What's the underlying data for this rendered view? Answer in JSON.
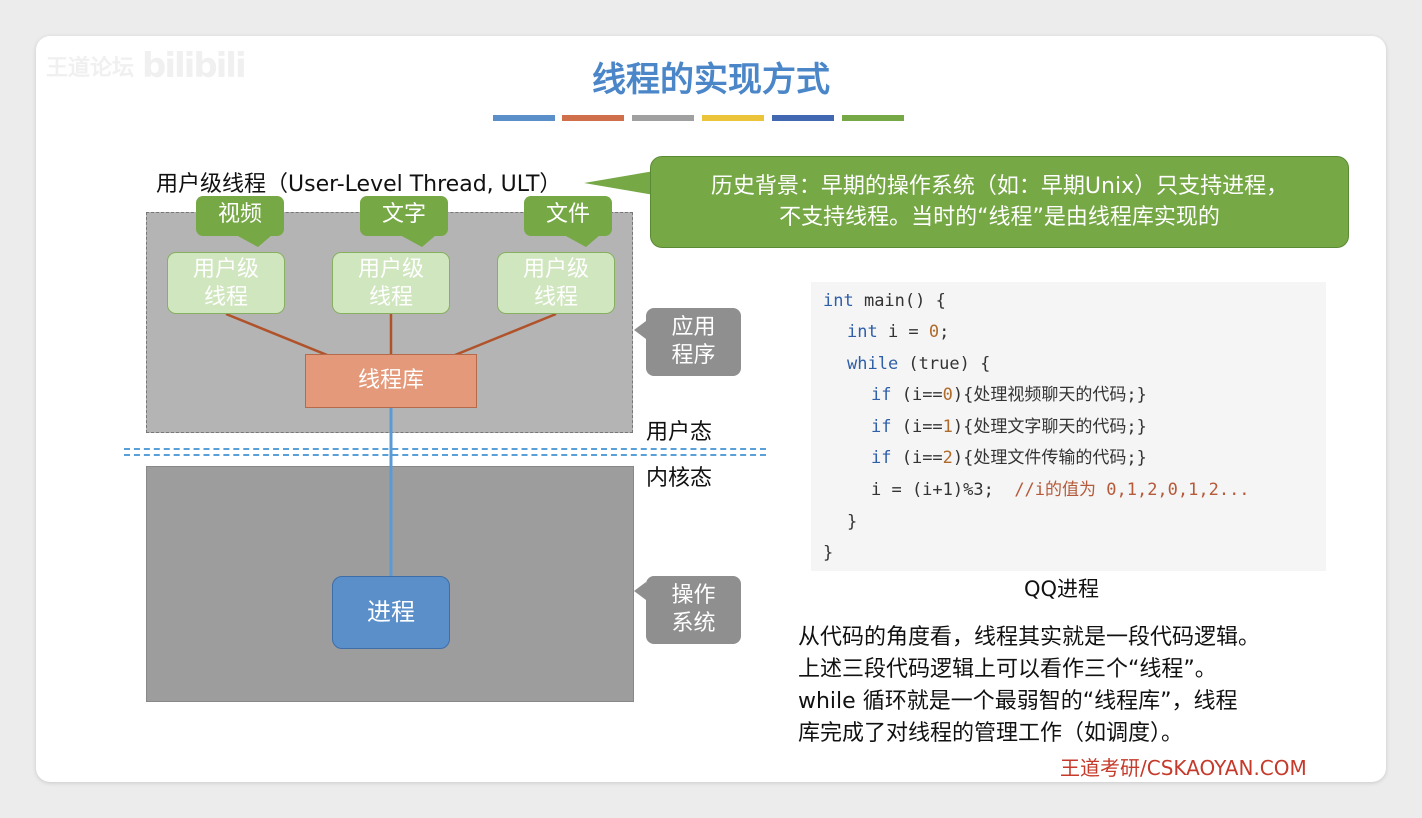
{
  "watermark": {
    "brand": "王道论坛",
    "site": "bilibili"
  },
  "slide": {
    "title": "线程的实现方式",
    "title_underbar_colors": [
      "#5b8fc9",
      "#d0704a",
      "#a0a0a0",
      "#ecc43a",
      "#4168b0",
      "#76a845"
    ]
  },
  "diagram": {
    "ult_label": "用户级线程（User-Level Thread, ULT）",
    "tags": [
      "视频",
      "文字",
      "文件"
    ],
    "ult_boxes": [
      "用户级\n线程",
      "用户级\n线程",
      "用户级\n线程"
    ],
    "library_label": "线程库",
    "process_label": "进程",
    "app_note": "应用\n程序",
    "os_note": "操作\n系统",
    "user_mode": "用户态",
    "kernel_mode": "内核态",
    "colors": {
      "green": "#76a845",
      "orange": "#e4997a",
      "blue": "#5b8fc9",
      "line": "#b0532b"
    }
  },
  "callout": {
    "text_line1": "历史背景：早期的操作系统（如：早期Unix）只支持进程，",
    "text_line2": "不支持线程。当时的“线程”是由线程库实现的"
  },
  "code": {
    "l1": {
      "kw": "int",
      "rest": " main() {"
    },
    "l2": {
      "kw": "int",
      "rest": " i = ",
      "num": "0",
      "end": ";"
    },
    "l3": {
      "kw": "while",
      "rest": " (true) {"
    },
    "l4": {
      "kw": "if",
      "rest": " (i==",
      "num": "0",
      "end": "){处理视频聊天的代码;}"
    },
    "l5": {
      "kw": "if",
      "rest": " (i==",
      "num": "1",
      "end": "){处理文字聊天的代码;}"
    },
    "l6": {
      "kw": "if",
      "rest": " (i==",
      "num": "2",
      "end": "){处理文件传输的代码;}"
    },
    "l7": {
      "text": "i = (i+1)%3;",
      "comment": "//i的值为 0,1,2,0,1,2..."
    },
    "l8": "}",
    "l9": "}"
  },
  "qq_caption": "QQ进程",
  "explanation": [
    "从代码的角度看，线程其实就是一段代码逻辑。",
    "上述三段代码逻辑上可以看作三个“线程”。",
    "while 循环就是一个最弱智的“线程库”，线程",
    "库完成了对线程的管理工作（如调度）。"
  ],
  "footer": "王道考研/CSKAOYAN.COM"
}
